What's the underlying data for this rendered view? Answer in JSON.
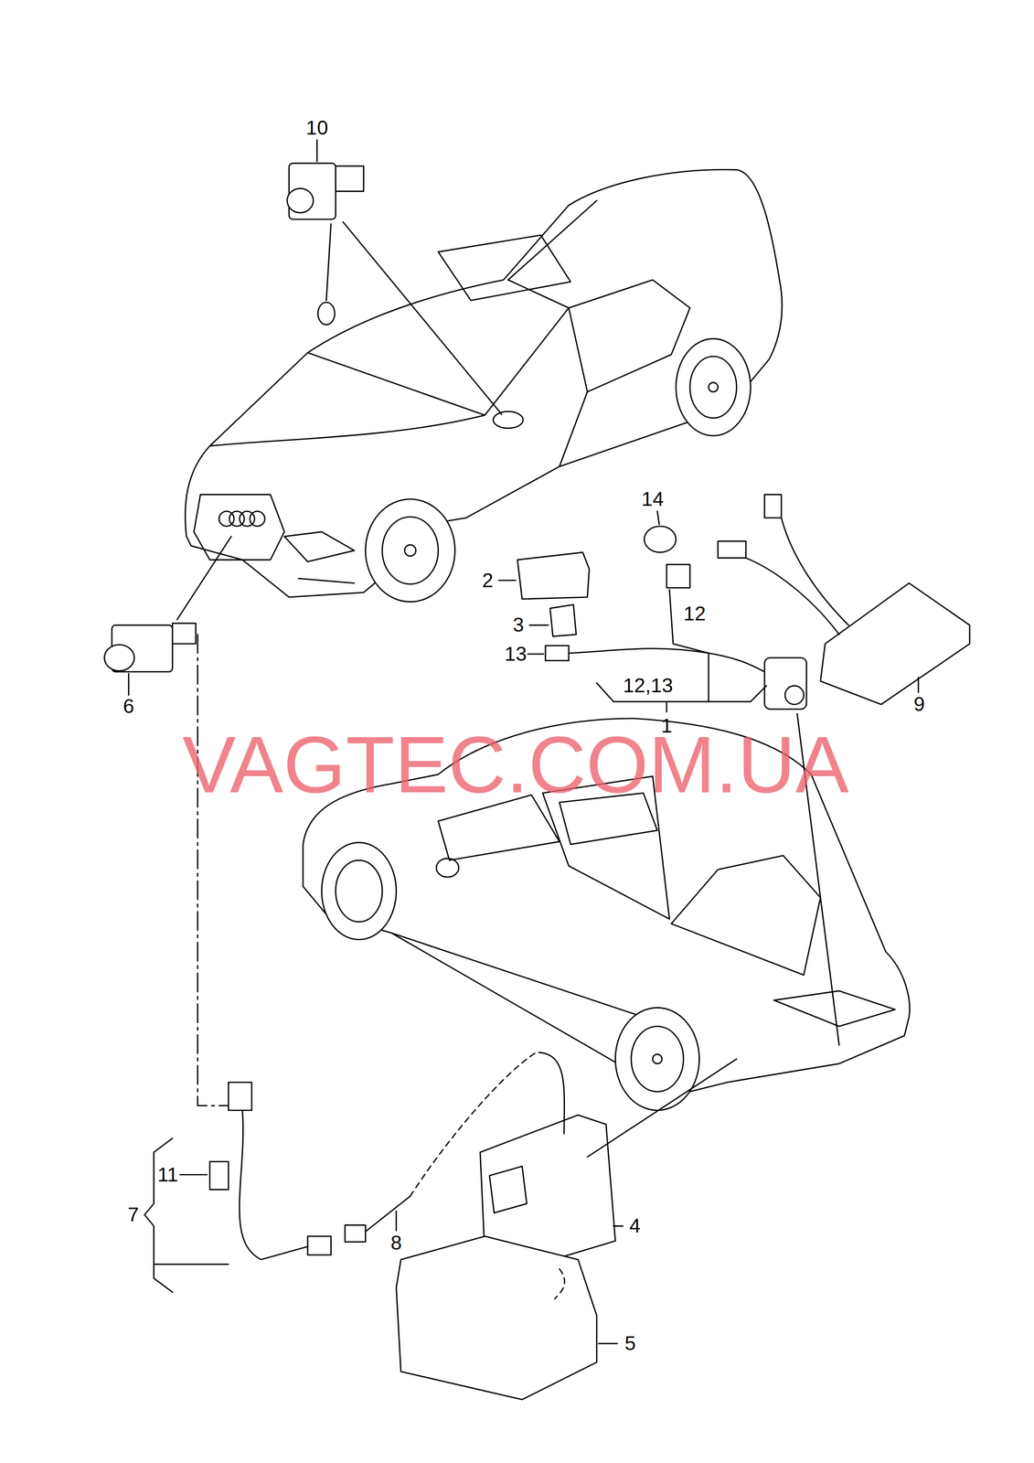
{
  "diagram": {
    "labels": [
      "10",
      "14",
      "2",
      "3",
      "12",
      "13",
      "12,13",
      "1",
      "9",
      "6",
      "VAGTEC.COM.UA",
      "11",
      "7",
      "8",
      "4",
      "5"
    ]
  }
}
